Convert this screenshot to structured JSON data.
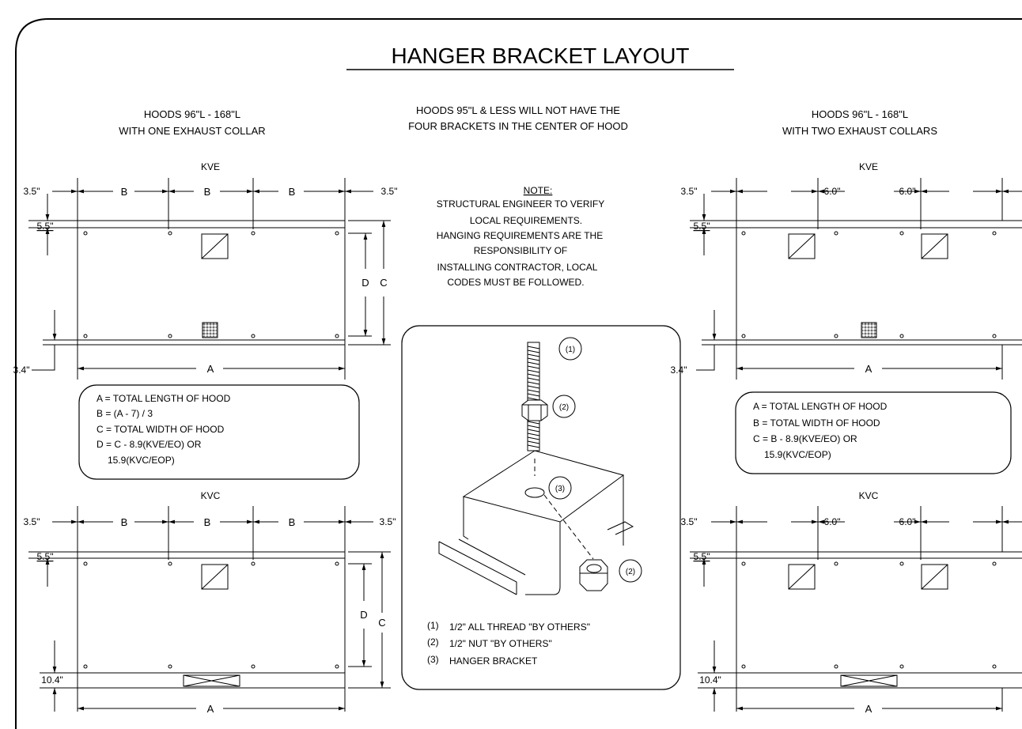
{
  "title": "HANGER BRACKET LAYOUT",
  "left_caption": [
    "HOODS 96\"L - 168\"L",
    "WITH ONE EXHAUST COLLAR"
  ],
  "center_caption": [
    "HOODS 95\"L & LESS WILL NOT HAVE THE",
    "FOUR BRACKETS IN THE CENTER OF HOOD"
  ],
  "right_caption": [
    "HOODS 96\"L - 168\"L",
    "WITH TWO EXHAUST COLLARS"
  ],
  "note": {
    "heading": "NOTE:",
    "lines": [
      "STRUCTURAL ENGINEER TO VERIFY",
      "LOCAL REQUIREMENTS.",
      "HANGING REQUIREMENTS ARE THE",
      "RESPONSIBILITY OF",
      "INSTALLING CONTRACTOR, LOCAL",
      "CODES MUST BE FOLLOWED."
    ]
  },
  "views": {
    "kve": "KVE",
    "kvc": "KVC"
  },
  "dims": {
    "d35": "3.5\"",
    "d55": "5.5\"",
    "d34": "3.4\"",
    "d104": "10.4\"",
    "d60": "6.0\"",
    "a": "A",
    "b": "B",
    "c": "C",
    "d": "D"
  },
  "legend_left": [
    "A = TOTAL LENGTH OF HOOD",
    "B = (A - 7) / 3",
    "C = TOTAL WIDTH OF HOOD",
    "D = C - 8.9(KVE/EO) OR",
    "15.9(KVC/EOP)"
  ],
  "legend_right": [
    "A = TOTAL LENGTH OF HOOD",
    "B = TOTAL WIDTH OF HOOD",
    "C = B - 8.9(KVE/EO) OR",
    "15.9(KVC/EOP)"
  ],
  "parts": {
    "callouts": [
      "(1)",
      "(2)",
      "(3)"
    ],
    "items": [
      {
        "num": "(1)",
        "text": "1/2\" ALL THREAD \"BY OTHERS\""
      },
      {
        "num": "(2)",
        "text": "1/2\" NUT \"BY OTHERS\""
      },
      {
        "num": "(3)",
        "text": "HANGER BRACKET"
      }
    ]
  }
}
